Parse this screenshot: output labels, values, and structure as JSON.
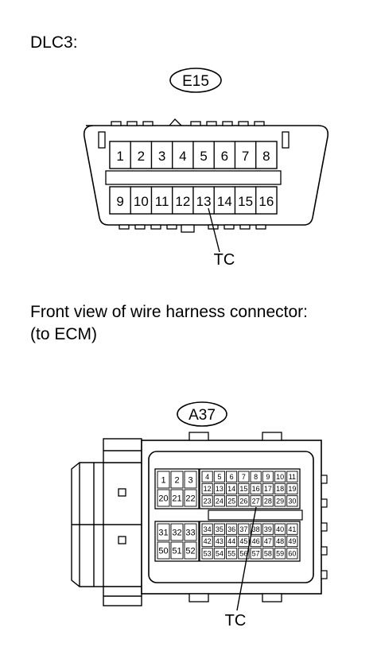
{
  "dlc3": {
    "title": "DLC3:",
    "connector_code": "E15",
    "pins_top": [
      "1",
      "2",
      "3",
      "4",
      "5",
      "6",
      "7",
      "8"
    ],
    "pins_bottom": [
      "9",
      "10",
      "11",
      "12",
      "13",
      "14",
      "15",
      "16"
    ],
    "tc_label": "TC"
  },
  "ecm": {
    "title": "Front view of wire harness connector:",
    "subtitle": "(to ECM)",
    "connector_code": "A37",
    "left_upper": [
      [
        "1",
        "2",
        "3"
      ],
      [
        "20",
        "21",
        "22"
      ]
    ],
    "left_lower": [
      [
        "31",
        "32",
        "33"
      ],
      [
        "50",
        "51",
        "52"
      ]
    ],
    "right_upper": [
      [
        "4",
        "5",
        "6",
        "7",
        "8",
        "9",
        "10",
        "11"
      ],
      [
        "12",
        "13",
        "14",
        "15",
        "16",
        "17",
        "18",
        "19"
      ],
      [
        "23",
        "24",
        "25",
        "26",
        "27",
        "28",
        "29",
        "30"
      ]
    ],
    "right_lower": [
      [
        "34",
        "35",
        "36",
        "37",
        "38",
        "39",
        "40",
        "41"
      ],
      [
        "42",
        "43",
        "44",
        "45",
        "46",
        "47",
        "48",
        "49"
      ],
      [
        "53",
        "54",
        "55",
        "56",
        "57",
        "58",
        "59",
        "60"
      ]
    ],
    "tc_label": "TC"
  }
}
